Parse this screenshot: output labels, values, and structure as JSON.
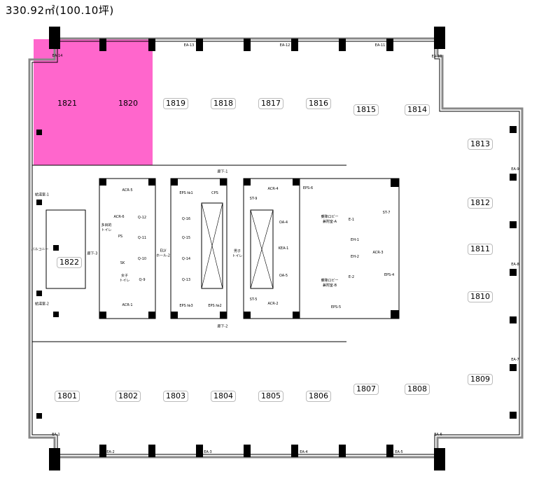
{
  "area_label": "330.92㎡(100.10坪)",
  "highlight_color": "#ff66cc",
  "rooms": {
    "r1801": "1801",
    "r1802": "1802",
    "r1803": "1803",
    "r1804": "1804",
    "r1805": "1805",
    "r1806": "1806",
    "r1807": "1807",
    "r1808": "1808",
    "r1809": "1809",
    "r1810": "1810",
    "r1811": "1811",
    "r1812": "1812",
    "r1813": "1813",
    "r1814": "1814",
    "r1815": "1815",
    "r1816": "1816",
    "r1817": "1817",
    "r1818": "1818",
    "r1819": "1819",
    "r1820": "1820",
    "r1821": "1821",
    "r1822": "1822"
  },
  "labels": {
    "acr5": "ACR-5",
    "acr6": "ACR-6",
    "acr1": "ACR-1",
    "acr4": "ACR-4",
    "acr2": "ACR-2",
    "acr3": "ACR-3",
    "eps_m1": "EPS №1",
    "eps_m3": "EPS №3",
    "eps_m2": "EPS №2",
    "cps": "CPS",
    "elv": "ELV\nホール-2",
    "kea1": "KEA-1",
    "oa4": "OA-4",
    "oa5": "OA-5",
    "q12": "Q-12",
    "q11": "Q-11",
    "q10": "Q-10",
    "q9": "Q-9",
    "q16": "Q-16",
    "q15": "Q-15",
    "q14": "Q-14",
    "q13": "Q-13",
    "corridor1": "廊下-1",
    "corridor2": "廊下-2",
    "corridor3": "廊下-3",
    "balcony": "バルコニー",
    "ps": "PS",
    "sk": "SK",
    "womens": "女子\nトイレ",
    "mens": "男子\nトイレ",
    "multi": "多目的\nトイレ",
    "kyuto1": "給湯室-1",
    "kyuto2": "給湯室-2",
    "lobby_a": "乗降ロビー\n兼附室-A",
    "lobby_b": "乗降ロビー\n兼附室-B",
    "e1": "E-1",
    "e2": "E-2",
    "eh1": "EH-1",
    "eh2": "EH-2",
    "st7": "ST-7",
    "st9": "ST-9",
    "st5": "ST-5",
    "eps4": "EPS-4",
    "eps6": "EPS-6",
    "eps5": "EPS-5",
    "ea1": "EA-1",
    "ea2": "EA-2",
    "ea3": "EA-3",
    "ea4": "EA-4",
    "ea5": "EA-5",
    "ea6": "EA-6",
    "ea7": "EA-7",
    "ea8": "EA-8",
    "ea9": "EA-9",
    "ea10": "EA-10",
    "ea11": "EA-11",
    "ea12": "EA-12",
    "ea13": "EA-13",
    "ea14": "EA-14"
  }
}
